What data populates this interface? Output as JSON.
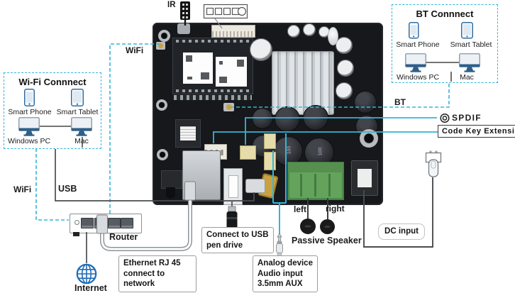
{
  "wifi_box": {
    "title": "Wi-Fi Connnect",
    "devices": [
      "Smart Phone",
      "Smart Tablet",
      "Windows PC",
      "Mac"
    ]
  },
  "bt_box": {
    "title": "BT Connnect",
    "devices": [
      "Smart Phone",
      "Smart Tablet",
      "Windows PC",
      "Mac"
    ]
  },
  "labels": {
    "ir": "IR",
    "wifi_top": "WiFi",
    "wifi_bottom": "WiFi",
    "usb": "USB",
    "bt": "BT",
    "spdif": "SPDIF",
    "router": "Router",
    "internet": "Internet",
    "left": "left",
    "right": "right",
    "passive_speaker": "Passive Speaker"
  },
  "callouts": {
    "dc_input": "DC input",
    "code_key_extension": "Code Key Extension",
    "ethernet": {
      "lines": [
        "Ethernet RJ 45",
        "connect to network"
      ]
    },
    "usb_pen": {
      "lines": [
        "Connect to USB",
        "pen drive"
      ]
    },
    "analog": {
      "lines": [
        "Analog device",
        "Audio input",
        "3.5mm AUX"
      ]
    }
  },
  "board": {
    "inductor_marking": "100"
  },
  "colors": {
    "accent_cyan": "#35b5d8",
    "board_black": "#17181b",
    "terminal_green": "#63a35c",
    "globe_blue": "#1f6cb5",
    "device_blue": "#2e6da4",
    "line_dark": "#4a4d50"
  },
  "icons": {
    "spdif": "concentric-circles",
    "ir": "ir-receiver",
    "internet": "globe",
    "dc": "power-plug",
    "aux": "audio-jack-plug",
    "usb_pen": "usb-flash-drive",
    "speaker": "round-passive-speaker"
  }
}
